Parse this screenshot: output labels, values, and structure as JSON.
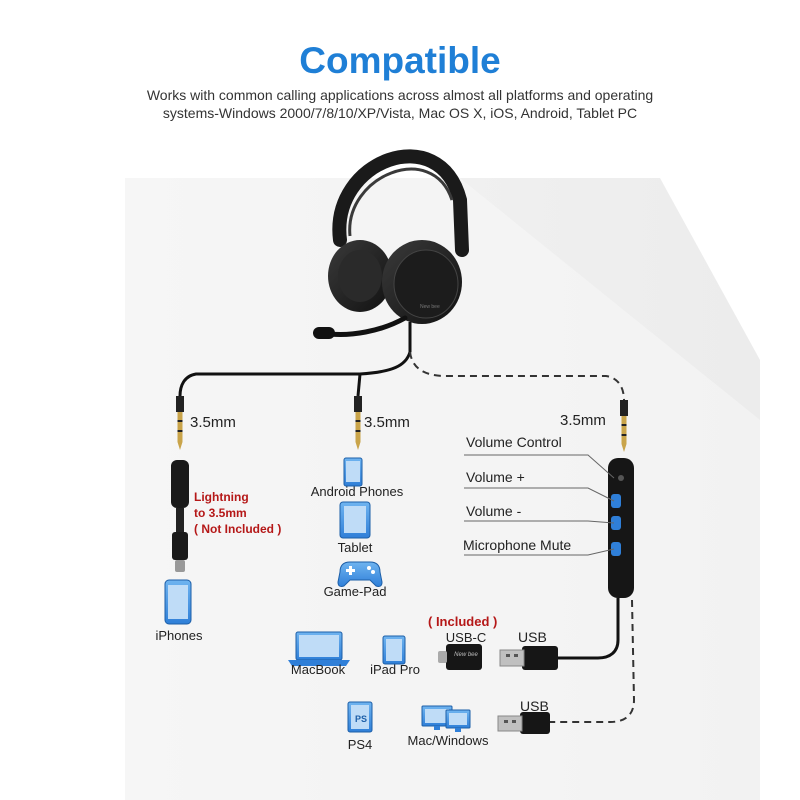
{
  "title": "Compatible",
  "subtitle_line1": "Works with common calling applications across almost all platforms and operating",
  "subtitle_line2": "systems-Windows 2000/7/8/10/XP/Vista, Mac OS X, iOS, Android, Tablet PC",
  "jacks": {
    "left": "3.5mm",
    "middle": "3.5mm",
    "right": "3.5mm"
  },
  "adapter": {
    "line1": "Lightning",
    "line2": "to 3.5mm",
    "line3": "( Not Included )"
  },
  "devices": {
    "iphones": "iPhones",
    "android": "Android Phones",
    "tablet": "Tablet",
    "gamepad": "Game-Pad",
    "macbook": "MacBook",
    "ipad_pro": "iPad Pro",
    "ps4": "PS4",
    "mac_windows": "Mac/Windows"
  },
  "controls": {
    "volume_control": "Volume Control",
    "volume_plus": "Volume +",
    "volume_minus": "Volume -",
    "mic_mute": "Microphone Mute"
  },
  "usb": {
    "included": "( Included )",
    "usb_c": "USB-C",
    "usb_top": "USB",
    "usb_bottom": "USB",
    "brand_mark": "New bee"
  },
  "colors": {
    "title": "#1f7fd6",
    "note_red": "#b51818",
    "device_blue": "#3b8fe0",
    "button_blue": "#2f7fd8"
  }
}
